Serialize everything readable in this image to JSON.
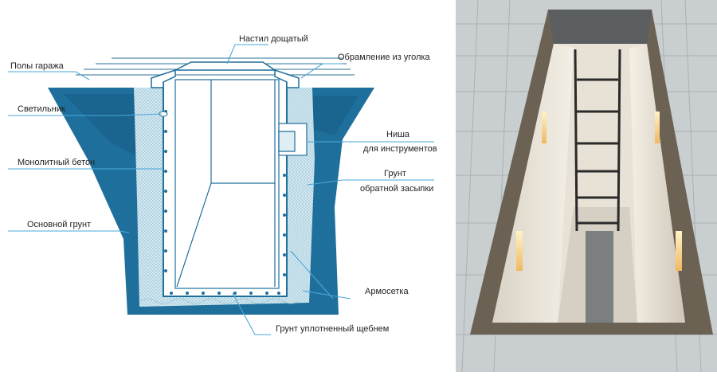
{
  "labels": {
    "decking": "Настил дощатый",
    "garage_floor": "Полы гаража",
    "angle_frame": "Обрамление из уголка",
    "lamp": "Светильник",
    "niche_line1": "Ниша",
    "niche_line2": "для инструментов",
    "concrete": "Монолитный бетон",
    "backfill_line1": "Грунт",
    "backfill_line2": "обратной засыпки",
    "base_soil": "Основной грунт",
    "rebar_mesh": "Армосетка",
    "gravel_soil": "Грунт уплотненный щебнем"
  },
  "colors": {
    "soil": "#1f6f9c",
    "soil_dark": "#155a83",
    "concrete": "#cfe6ef",
    "pit_wall": "#ffffff",
    "leader": "#4aa8d8",
    "tile": "#c9cfd1",
    "tile_dark": "#8a9294",
    "pit_interior": "#e8e2d6",
    "ladder": "#2a2a2a"
  },
  "icons": [
    "ladder-icon",
    "lamp-icon"
  ]
}
